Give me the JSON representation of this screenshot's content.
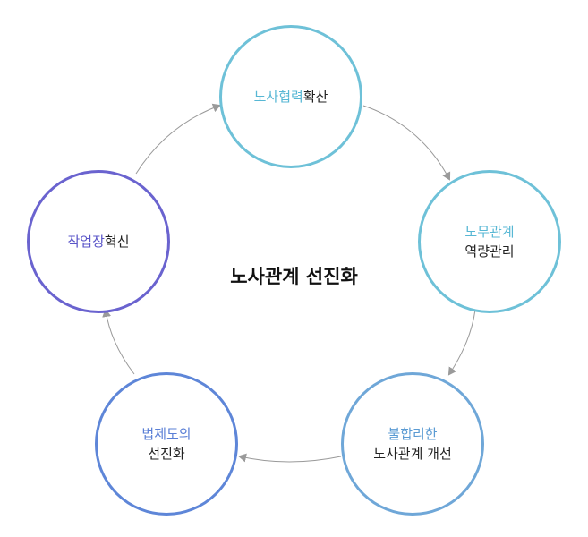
{
  "center_title": "노사관계 선진화",
  "nodes": {
    "top": {
      "highlight": "노사협력",
      "rest": "확산",
      "accent": "#57b7d4",
      "border": "#6ec1d8"
    },
    "right": {
      "line1": "노무관계",
      "line2": "역량관리",
      "accent": "#57b7d4",
      "border": "#6ec1d8"
    },
    "bottom_right": {
      "line1": "불합리한",
      "line2": "노사관계 개선",
      "accent": "#5b9bd3",
      "border": "#6fa7d8"
    },
    "bottom_left": {
      "line1": "법제도의",
      "line2": "선진화",
      "accent": "#5a7fd6",
      "border": "#5e86d8"
    },
    "left": {
      "highlight": "작업장",
      "rest": "혁신",
      "accent": "#5a55c8",
      "border": "#6a63cf"
    }
  },
  "connector_color": "#999999"
}
